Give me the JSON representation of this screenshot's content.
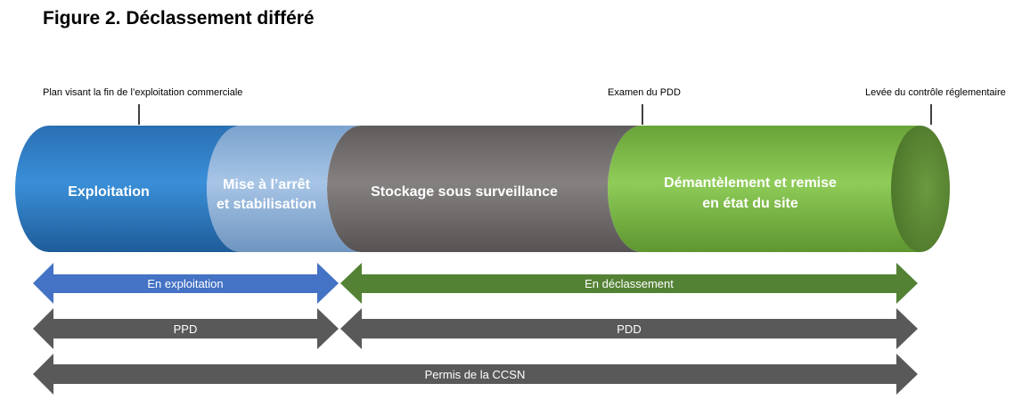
{
  "title": "Figure 2. Déclassement différé",
  "milestones": {
    "plan": "Plan visant la fin de l’exploitation  commerciale",
    "examen": "Examen du PDD",
    "levee": "Levée du contrôle  réglementaire"
  },
  "phases": {
    "exploitation": "Exploitation",
    "mise_line1": "Mise à l’arrêt",
    "mise_line2": "et stabilisation",
    "stockage": "Stockage sous surveillance",
    "demantelement_line1": "Démantèlement et remise",
    "demantelement_line2": "en état du site"
  },
  "arrows": {
    "en_exploitation": "En exploitation",
    "en_declassement": "En déclassement",
    "ppd": "PPD",
    "pdd": "PDD",
    "permis": "Permis de la CCSN"
  },
  "colors": {
    "exploitation": "#2f7fc4",
    "mise": "#8fb4dc",
    "stockage": "#747070",
    "demantelement": "#7ab648",
    "arrow_blue": "#4472c4",
    "arrow_green": "#548235",
    "arrow_gray": "#595959"
  }
}
